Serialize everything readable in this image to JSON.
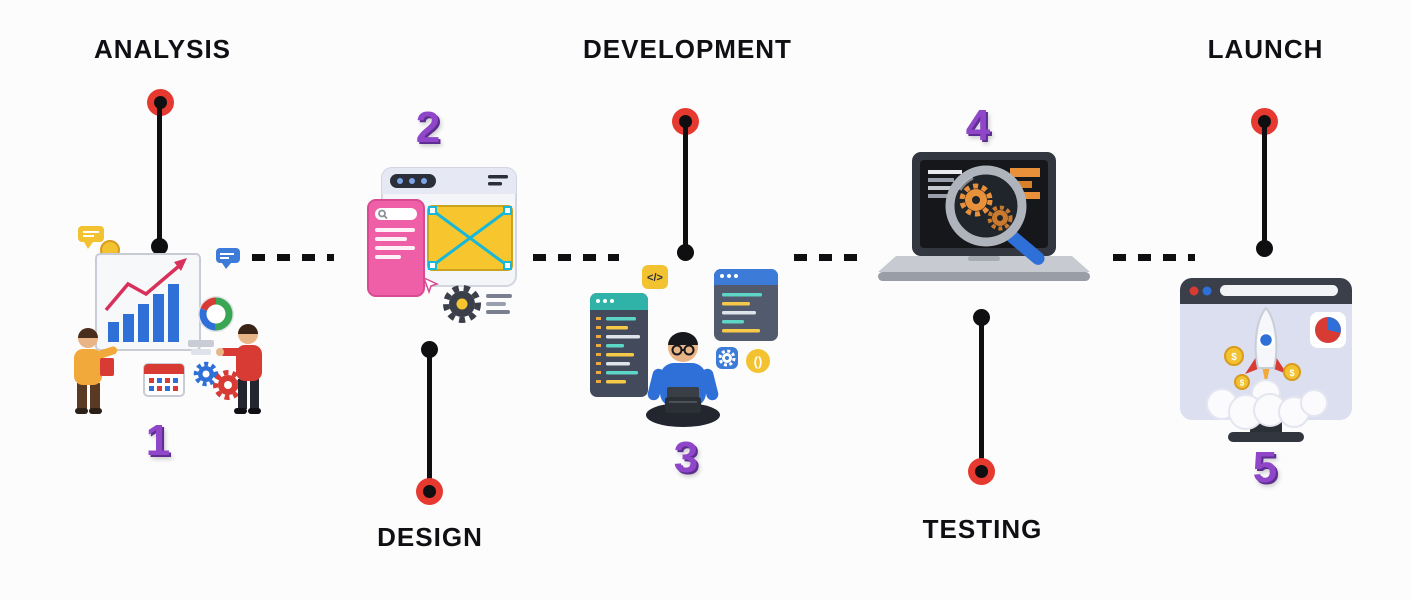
{
  "diagram": {
    "type": "process-timeline",
    "background": "#fcfcfd"
  },
  "colors": {
    "label_text": "#101014",
    "number_text": "#8f46c8",
    "timeline_line": "#0f0f12",
    "endpoint_red": "#e6392f"
  },
  "stages": [
    {
      "id": "analysis",
      "label": "ANALYSIS",
      "number": "1",
      "label_position": "top",
      "number_position": "bottom",
      "illustration": "analysts-reviewing-charts"
    },
    {
      "id": "design",
      "label": "DESIGN",
      "number": "2",
      "label_position": "bottom",
      "number_position": "top",
      "illustration": "browser-wireframe-with-gear"
    },
    {
      "id": "development",
      "label": "DEVELOPMENT",
      "number": "3",
      "label_position": "top",
      "number_position": "bottom",
      "illustration": "developer-coding-on-laptop"
    },
    {
      "id": "testing",
      "label": "TESTING",
      "number": "4",
      "label_position": "bottom",
      "number_position": "top",
      "illustration": "laptop-with-magnifier-gears"
    },
    {
      "id": "launch",
      "label": "LAUNCH",
      "number": "5",
      "label_position": "top",
      "number_position": "bottom",
      "illustration": "browser-rocket-launch"
    }
  ],
  "badges": {
    "code_tag": "</>",
    "braces": "()"
  },
  "coin_symbol": "$"
}
